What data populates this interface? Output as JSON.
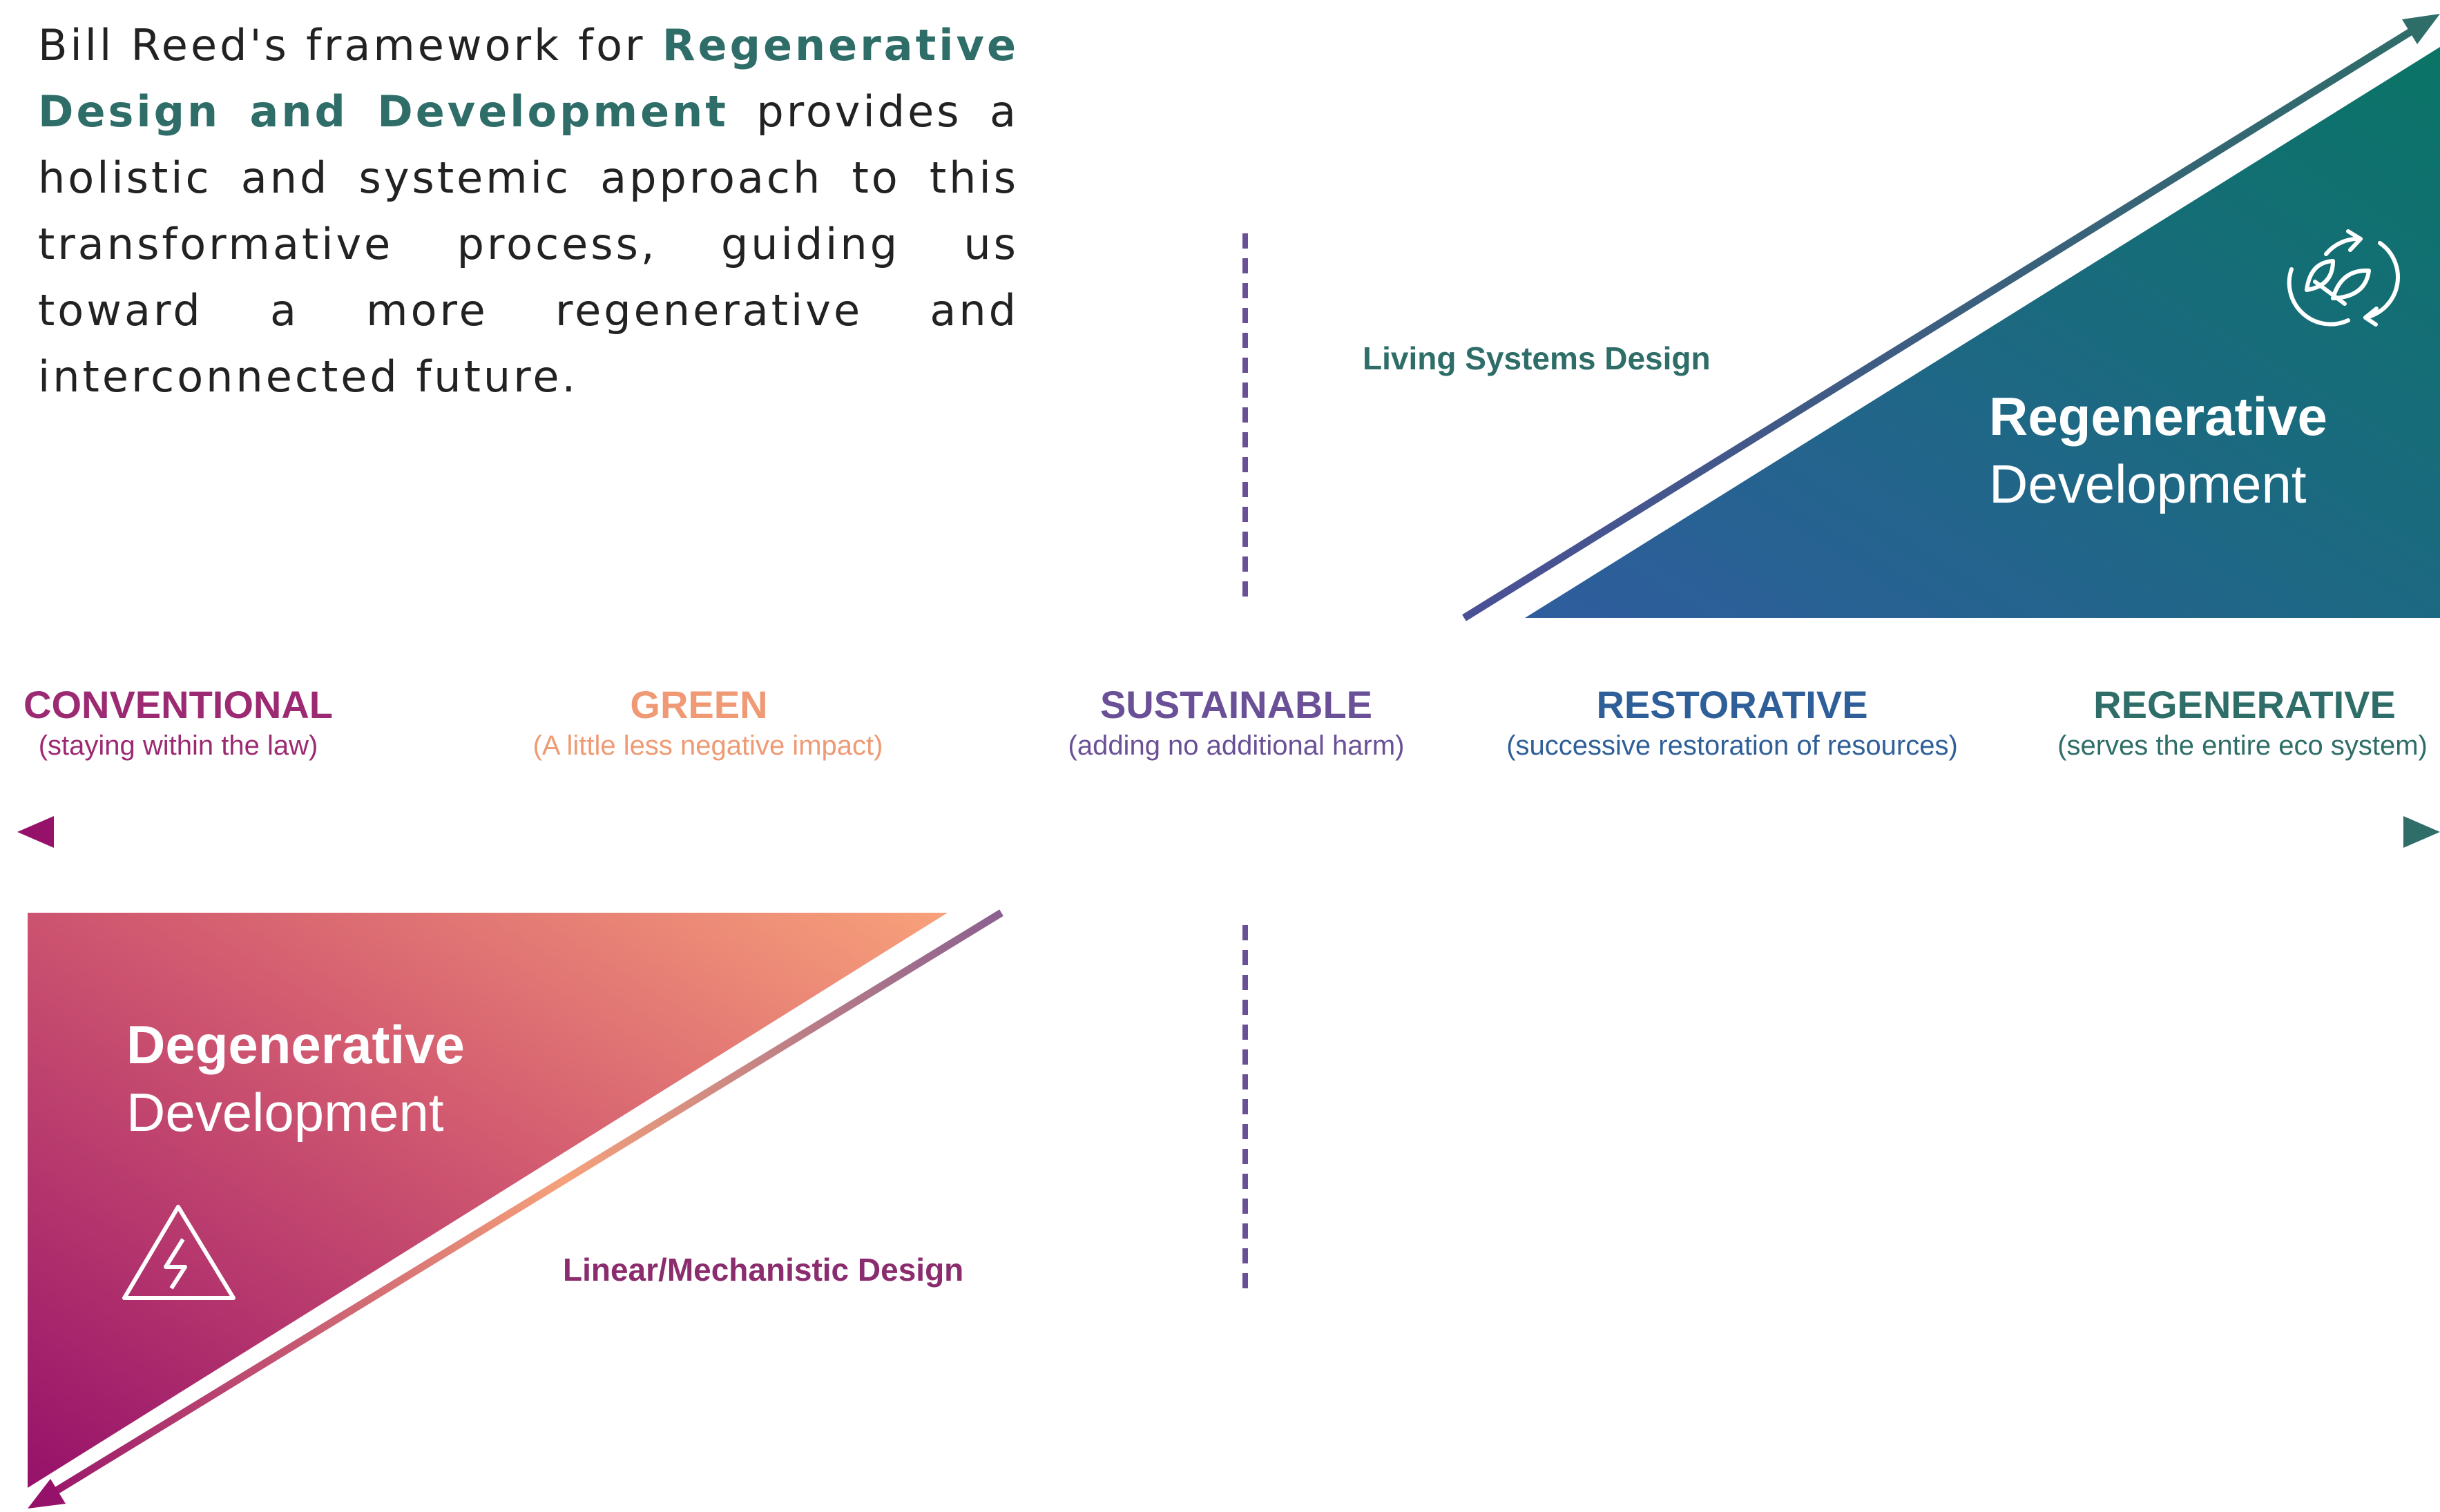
{
  "intro": {
    "before": "Bill Reed's framework for ",
    "highlight": "Regenerative Design and Development",
    "after": " provides a holistic and systemic approach to this transformative process, guiding us toward a more regenerative and interconnected future."
  },
  "regenerative_triangle": {
    "title": "Regenerative",
    "subtitle": "Development",
    "icon": "leaf-cycle-icon",
    "arrow_label": "Living Systems Design"
  },
  "degenerative_triangle": {
    "title": "Degenerative",
    "subtitle": "Development",
    "icon": "warning-bolt-icon",
    "arrow_label": "Linear/Mechanistic Design"
  },
  "stages": [
    {
      "label": "CONVENTIONAL",
      "desc": "(staying within the law)",
      "color": "#9c2a72"
    },
    {
      "label": "GREEN",
      "desc": "(A little less negative impact)",
      "color": "#ef9a74"
    },
    {
      "label": "SUSTAINABLE",
      "desc": "(adding no additional harm)",
      "color": "#6a5096"
    },
    {
      "label": "RESTORATIVE",
      "desc": "(successive restoration of resources)",
      "color": "#2f5f99"
    },
    {
      "label": "REGENERATIVE",
      "desc": "(serves the entire eco system)",
      "color": "#2e6d68"
    }
  ],
  "colors": {
    "teal": "#0a7466",
    "blue": "#2f5d9e",
    "purple": "#6a5096",
    "peach": "#f59e78",
    "magenta": "#96116a"
  }
}
